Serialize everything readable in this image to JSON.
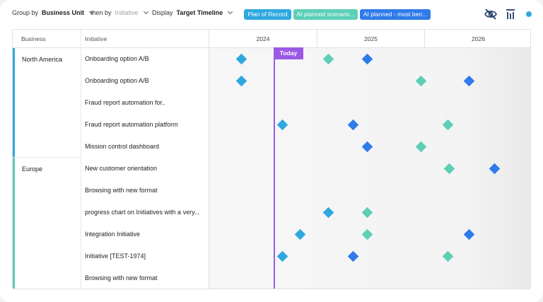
{
  "toolbar": {
    "group_by_label": "Group by",
    "group_by_value": "Business Unit",
    "then_by_label": "then by",
    "then_by_value": "Initiative",
    "display_label": "Display",
    "display_value": "Target Timeline",
    "scenarios": [
      {
        "label": "Plan of Record",
        "color": "#2fa8df"
      },
      {
        "label": "AI planned scenario...",
        "color": "#5ccfb6"
      },
      {
        "label": "AI planned - most ben...",
        "color": "#2f7bea"
      }
    ],
    "icons": [
      "eye-off-icon",
      "column-settings-icon",
      "status-dot-icon"
    ]
  },
  "columns": {
    "business": "Business",
    "initiative": "Initiative"
  },
  "years": [
    "2024",
    "2025",
    "2026"
  ],
  "today_label": "Today",
  "groups": [
    {
      "name": "North America",
      "color": "#2fa8df"
    },
    {
      "name": "Europe",
      "color": "#5ccfb6"
    }
  ],
  "rows": [
    {
      "label": "Onboarding option A/B"
    },
    {
      "label": "Onboarding option A/B"
    },
    {
      "label": "Fraud report automation for.."
    },
    {
      "label": "Fraud report automation platform"
    },
    {
      "label": "Mission control dashboard"
    },
    {
      "label": "New customer orientation"
    },
    {
      "label": "Browsing with new format"
    },
    {
      "label": "progress chart on Initiatives with a very..."
    },
    {
      "label": "Integration Initiative"
    },
    {
      "label": "Initiative [TEST-1974]"
    },
    {
      "label": "Browsing with new format"
    }
  ],
  "colors": {
    "plan_of_record": "#2fa8df",
    "ai_planned_scenario": "#5ccfb6",
    "ai_planned_most_beneficial": "#2f7bea",
    "today": "#9b59e6",
    "status_dot": "#2fa8df",
    "icon": "#1e3a66"
  }
}
